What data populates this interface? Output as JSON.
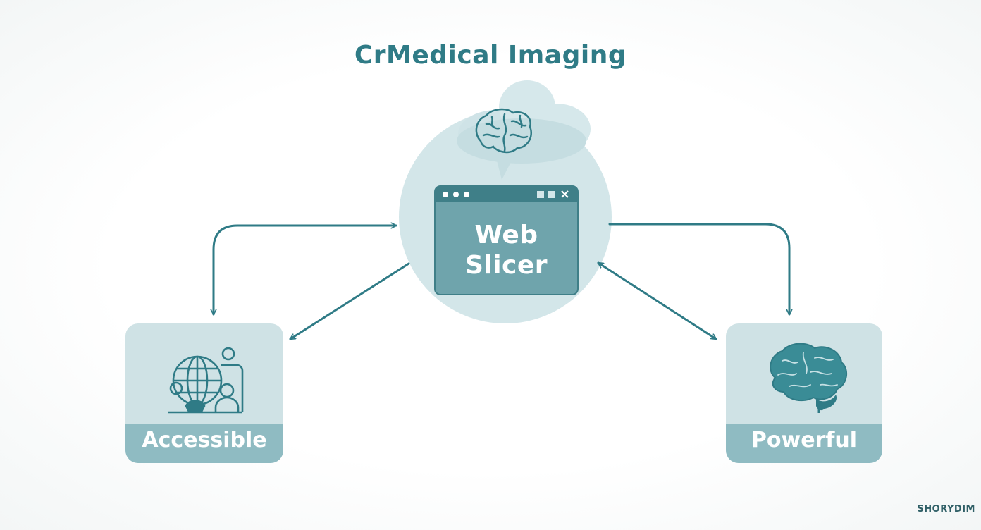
{
  "header": {
    "title": "CrMedical Imaging"
  },
  "center_node": {
    "label": "Web Slicer",
    "label_lines": [
      "Web",
      "Slicer"
    ],
    "window_controls": [
      "dot",
      "dot",
      "dot",
      "square",
      "square",
      "close"
    ]
  },
  "nodes": [
    {
      "id": "accessible",
      "label": "Accessible",
      "icon": "globe-people-icon"
    },
    {
      "id": "powerful",
      "label": "Powerful",
      "icon": "brain-icon"
    }
  ],
  "cloud": {
    "icon": "brain-icon"
  },
  "footer": {
    "brand": "SHORYDIM"
  },
  "colors": {
    "primary": "#2f7b86",
    "circle": "#cfe3e6",
    "card": "#cfe2e5",
    "card_band": "#8fbbc2",
    "window": "#6ea3ab",
    "window_bar": "#3f7f88"
  }
}
